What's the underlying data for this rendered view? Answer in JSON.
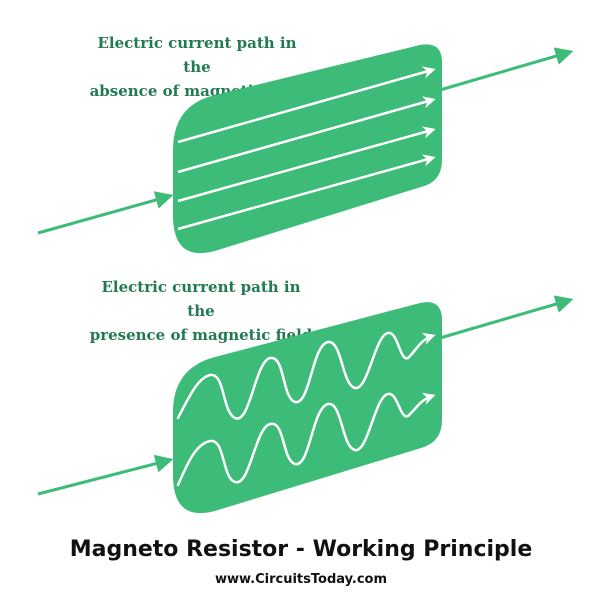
{
  "top_caption": {
    "line1": "Electric current path in the",
    "line2": "absence of magnetic field"
  },
  "bottom_caption": {
    "line1": "Electric current path in the",
    "line2": "presence of magnetic field"
  },
  "title": "Magneto Resistor - Working Principle",
  "website": "www.CircuitsToday.com",
  "colors": {
    "resistor": "#3dbb78",
    "caption": "#217a52",
    "path": "#ffffff"
  }
}
